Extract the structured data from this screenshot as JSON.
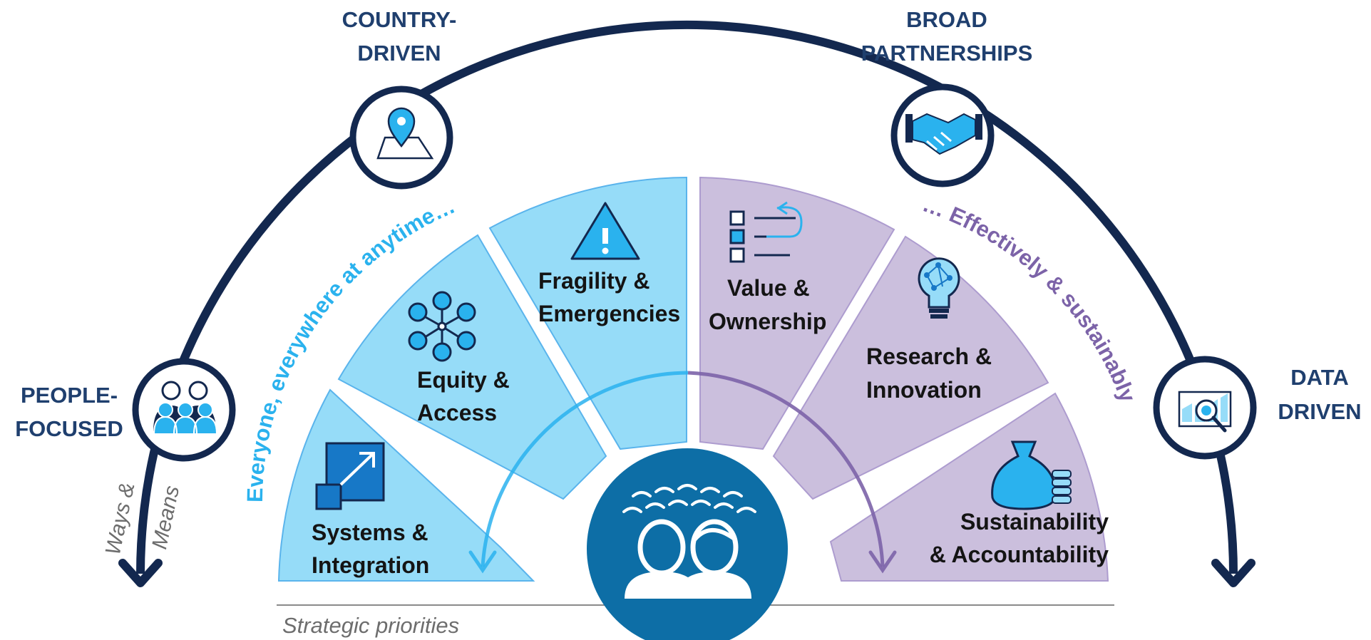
{
  "principles": [
    {
      "id": "people",
      "line1": "PEOPLE-",
      "line2": "FOCUSED",
      "icon": "people-group-icon"
    },
    {
      "id": "country",
      "line1": "COUNTRY-",
      "line2": "DRIVEN",
      "icon": "map-pin-icon"
    },
    {
      "id": "partnerships",
      "line1": "BROAD",
      "line2": "PARTNERSHIPS",
      "icon": "handshake-icon"
    },
    {
      "id": "data",
      "line1": "DATA",
      "line2": "DRIVEN",
      "icon": "data-chart-icon"
    }
  ],
  "arc_labels": {
    "left": "Everyone, everywhere at anytime…",
    "right": "… Effectively & sustainably",
    "ways_line1": "Ways &",
    "ways_line2": "Means"
  },
  "priorities": [
    {
      "id": "systems",
      "line1": "Systems &",
      "line2": "Integration",
      "icon": "integration-icon"
    },
    {
      "id": "equity",
      "line1": "Equity &",
      "line2": "Access",
      "icon": "network-people-icon"
    },
    {
      "id": "fragility",
      "line1": "Fragility &",
      "line2": "Emergencies",
      "icon": "warning-icon"
    },
    {
      "id": "value",
      "line1": "Value &",
      "line2": "Ownership",
      "icon": "checklist-icon"
    },
    {
      "id": "research",
      "line1": "Research &",
      "line2": "Innovation",
      "icon": "lightbulb-icon"
    },
    {
      "id": "sustainability",
      "line1": "Sustainability",
      "line2": "& Accountability",
      "icon": "money-bag-icon"
    }
  ],
  "footer": {
    "strategic_priorities": "Strategic priorities"
  },
  "colors": {
    "navy": "#13284f",
    "blue_text": "#1f3f6e",
    "light_blue": "#96dcf8",
    "light_blue_edge": "#5ab4ec",
    "lavender": "#cbbfdd",
    "lavender_edge": "#ad9ccf",
    "cyan_accent": "#2ab2ee",
    "purple_accent": "#7c63a8",
    "center_blue": "#0d6ea6",
    "grey": "#6d6d6d"
  }
}
